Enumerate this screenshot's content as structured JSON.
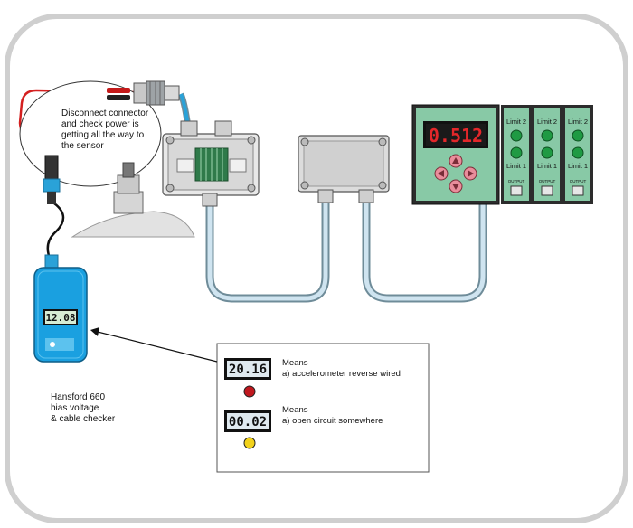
{
  "callout": {
    "line1": "Disconnect connector",
    "line2": "and check power is",
    "line3": "getting all the way to",
    "line4": "the sensor"
  },
  "device": {
    "name_line1": "Hansford 660",
    "name_line2": "bias voltage",
    "name_line3": "& cable checker",
    "display": "12.08"
  },
  "monitor": {
    "display": "0.512",
    "module_limit_high": "Limit 2",
    "module_limit_low": "Limit 1",
    "module_output": "OUTPUT"
  },
  "legend": {
    "item1": {
      "display": "20.16",
      "means": "Means",
      "desc": "a) accelerometer reverse wired",
      "led_color": "#c0181e"
    },
    "item2": {
      "display": "00.02",
      "means": "Means",
      "desc": "a) open circuit somewhere",
      "led_color": "#f2d21b"
    }
  },
  "colors": {
    "monitor_green": "#88c9a6",
    "display_red": "#e3272a",
    "device_blue": "#1aa0e0",
    "cable_blue": "#b8d8ea",
    "frame": "#cfcfcf"
  }
}
